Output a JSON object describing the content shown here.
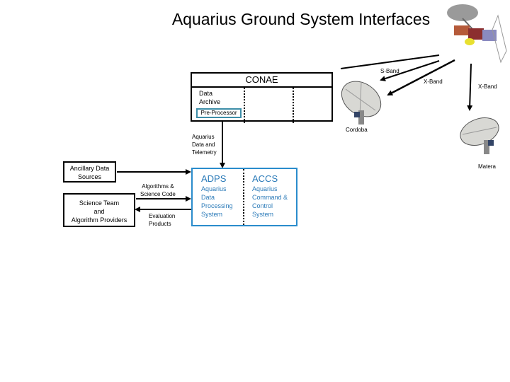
{
  "title": "Aquarius Ground System Interfaces",
  "conae": {
    "label": "CONAE",
    "data_archive_line1": "Data",
    "data_archive_line2": "Archive",
    "pre_processor": "Pre-Processor"
  },
  "links": {
    "s_band": "S-Band",
    "x_band_cordoba": "X-Band",
    "x_band_matera": "X-Band",
    "telemetry_line1": "Aquarius",
    "telemetry_line2": "Data and",
    "telemetry_line3": "Telemetry",
    "algorithms_line1": "Algorithms &",
    "algorithms_line2": "Science Code",
    "evaluation_line1": "Evaluation",
    "evaluation_line2": "Products"
  },
  "stations": {
    "cordoba": "Cordoba",
    "matera": "Matera"
  },
  "ancillary": {
    "line1": "Ancillary Data",
    "line2": "Sources"
  },
  "science_team": {
    "line1": "Science Team",
    "line2": "and",
    "line3": "Algorithm Providers"
  },
  "adps": {
    "title": "ADPS",
    "line1": "Aquarius",
    "line2": "Data",
    "line3": "Processing",
    "line4": "System"
  },
  "accs": {
    "title": "ACCS",
    "line1": "Aquarius",
    "line2": "Command &",
    "line3": "Control",
    "line4": "System"
  },
  "colors": {
    "accent_blue": "#2a8ccc",
    "text_blue": "#2a7ab8"
  }
}
